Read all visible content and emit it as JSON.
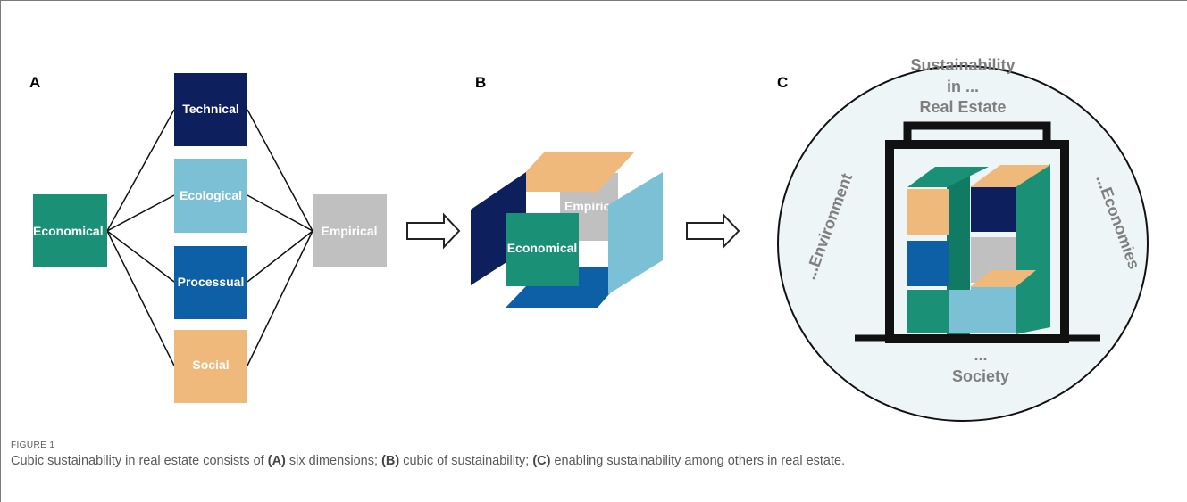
{
  "panels": {
    "a": {
      "label": "A",
      "left_box": "Economical",
      "middle_boxes": [
        "Technical",
        "Ecological",
        "Processual",
        "Social"
      ],
      "right_box": "Empirical"
    },
    "b": {
      "label": "B",
      "front_face": "Economical",
      "back_face": "Empiric"
    },
    "c": {
      "label": "C",
      "top_line1": "Sustainability",
      "top_line2": "in ...",
      "top_line3": "Real Estate",
      "left_arc": "...Environment",
      "right_arc": "...Economies",
      "bottom_dots": "...",
      "bottom_word": "Society"
    }
  },
  "colors": {
    "teal": "#1a9176",
    "navy": "#0d1f5c",
    "light_blue": "#7cc0d6",
    "mid_blue": "#0d5fa6",
    "peach": "#f0b97c",
    "grey": "#c0c0c0",
    "dark_teal": "#117a62"
  },
  "caption": {
    "figure_label": "FIGURE 1",
    "intro": "Cubic sustainability in real estate consists of ",
    "a_tag": "(A)",
    "a_text": " six dimensions; ",
    "b_tag": "(B)",
    "b_text": " cubic of sustainability; ",
    "c_tag": "(C)",
    "c_text": " enabling sustainability among others in real estate."
  }
}
